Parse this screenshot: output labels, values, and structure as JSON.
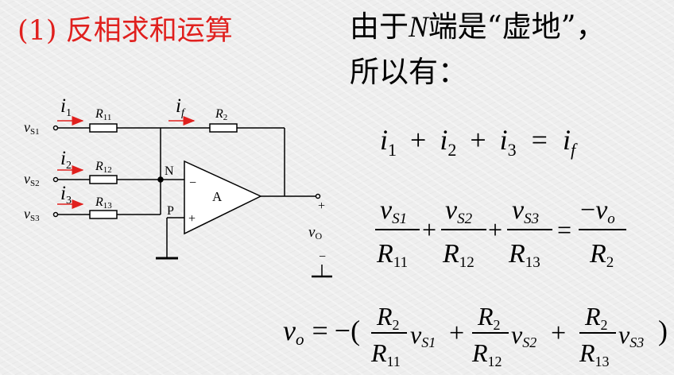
{
  "title": "(1) 反相求和运算",
  "intro": {
    "line1_prefix": "由于",
    "line1_var": "N",
    "line1_suffix": "端是“虚地”，",
    "line2": "所以有："
  },
  "circuit": {
    "i1": "i",
    "i1_sub": "1",
    "i2": "i",
    "i2_sub": "2",
    "i3": "i",
    "i3_sub": "3",
    "if": "i",
    "if_sub": "f",
    "R11": "R",
    "R11_sub": "11",
    "R12": "R",
    "R12_sub": "12",
    "R13": "R",
    "R13_sub": "13",
    "R2": "R",
    "R2_sub": "2",
    "vS1": "v",
    "vS1_sub": "S1",
    "vS2": "v",
    "vS2_sub": "S2",
    "vS3": "v",
    "vS3_sub": "S3",
    "node_N": "N",
    "node_P": "P",
    "opamp": "A",
    "minus": "−",
    "plus": "+",
    "out_plus": "+",
    "out_minus": "−",
    "vo": "v",
    "vo_sub": "O"
  },
  "eq1": {
    "i": "i",
    "s1": "1",
    "op1": "+",
    "s2": "2",
    "op2": "+",
    "s3": "3",
    "eq": "=",
    "sf": "f"
  },
  "eq2": {
    "v": "v",
    "S1": "S1",
    "S2": "S2",
    "S3": "S3",
    "R": "R",
    "r11": "11",
    "r12": "12",
    "r13": "13",
    "r2": "2",
    "plus": "+",
    "eq": "=",
    "neg": "−",
    "o": "o"
  },
  "eq3": {
    "v": "v",
    "o": "o",
    "eq": "=",
    "neg_paren": "−(",
    "close": ")",
    "R": "R",
    "r2": "2",
    "r11": "11",
    "r12": "12",
    "r13": "13",
    "S1": "S1",
    "S2": "S2",
    "S3": "S3",
    "plus": "+"
  },
  "colors": {
    "title": "#e0201e",
    "arrow": "#e0201e",
    "text": "#000000"
  }
}
